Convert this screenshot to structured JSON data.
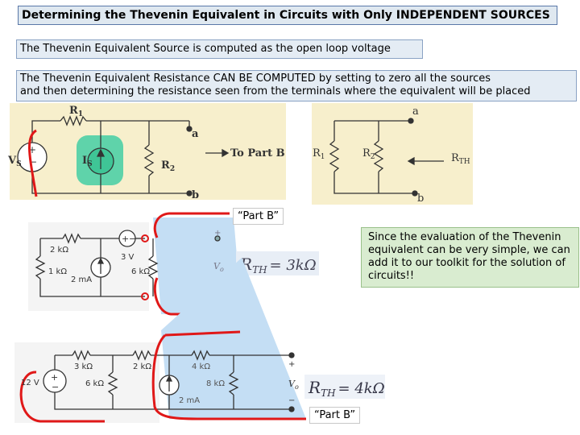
{
  "slide": {
    "title": "Determining the Thevenin Equivalent in Circuits with Only INDEPENDENT SOURCES",
    "note_open_loop": "The Thevenin Equivalent Source is computed as the open loop voltage",
    "note_resistance_line1": "The Thevenin Equivalent Resistance CAN BE COMPUTED by setting to zero all the sources",
    "note_resistance_line2": "and then determining the resistance seen from the terminals where the equivalent will be placed",
    "note_toolkit": "Since the evaluation of the Thevenin equivalent can be very simple, we can add it to our toolkit for the solution of circuits!!",
    "part_b_tag_1": "“Part B”",
    "part_b_tag_2": "“Part B”"
  },
  "circuit1": {
    "r1": "R",
    "r1_sub": "1",
    "vs": "V",
    "vs_sub": "S",
    "is": "I",
    "is_sub": "S",
    "r2": "R",
    "r2_sub": "2",
    "node_a": "a",
    "node_b": "b",
    "to_part_b": "To Part B"
  },
  "circuit2": {
    "r1": "R",
    "r1_sub": "1",
    "r2": "R",
    "r2_sub": "2",
    "rth": "R",
    "rth_sub": "TH",
    "node_a": "a",
    "node_b": "b"
  },
  "circuit3": {
    "r_2k": "2 kΩ",
    "r_1k": "1 kΩ",
    "src_2ma": "2 mA",
    "src_3v": "3 V",
    "r_6k": "6 kΩ",
    "vo": "V",
    "vo_sub": "o",
    "plus": "+",
    "minus": "−",
    "result": "R",
    "result_sub": "TH",
    "result_value": "= 3kΩ"
  },
  "circuit4": {
    "src_12v": "12 V",
    "r_3k": "3 kΩ",
    "r_6k": "6 kΩ",
    "r_2k": "2 kΩ",
    "r_4k": "4 kΩ",
    "r_8k": "8 kΩ",
    "src_2ma": "2 mA",
    "vo": "V",
    "vo_sub": "o",
    "plus": "+",
    "minus": "−",
    "result": "R",
    "result_sub": "TH",
    "result_value": "= 4kΩ"
  }
}
